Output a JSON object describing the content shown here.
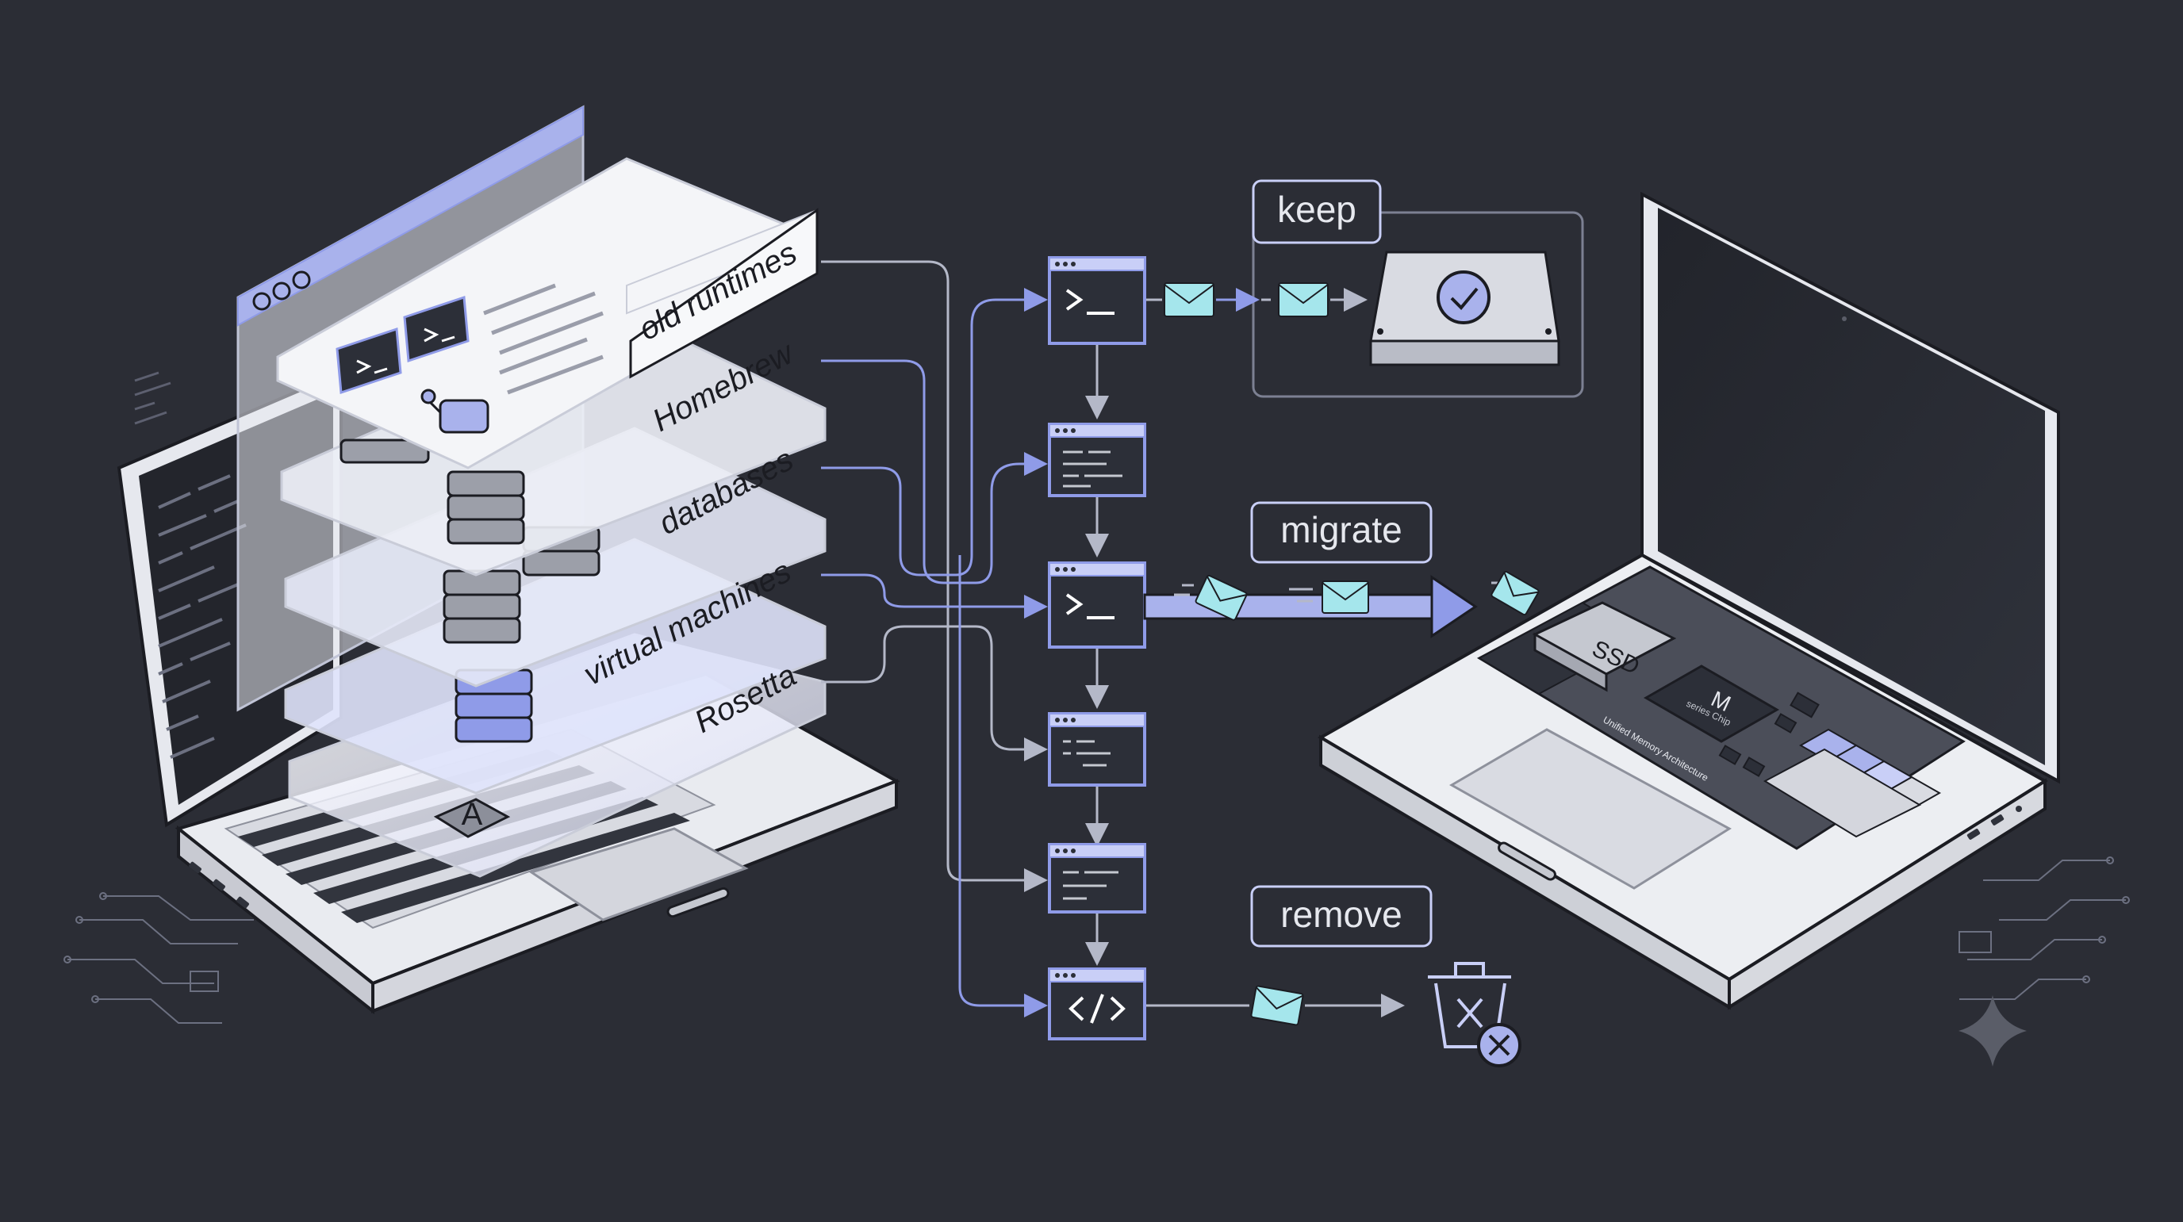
{
  "layers": [
    {
      "label": "old runtimes"
    },
    {
      "label": "Homebrew"
    },
    {
      "label": "databases"
    },
    {
      "label": "virtual machines"
    },
    {
      "label": "Rosetta"
    }
  ],
  "actions": {
    "keep": "keep",
    "migrate": "migrate",
    "remove": "remove"
  },
  "new_laptop": {
    "ssd_label": "SSD",
    "chip_brand": "M",
    "chip_sub": "series Chip",
    "memory_label": "Unified Memory Architecture"
  },
  "old_laptop": {
    "app_icon_letter": "A"
  },
  "colors": {
    "background": "#2b2d35",
    "accent": "#8f9be8",
    "accent_light": "#c9cff7",
    "envelope": "#a5e6ec",
    "line": "#b4b8c8",
    "panel": "#eef0f4",
    "terminal": "#2c2f38"
  },
  "icons": [
    "terminal-icon",
    "code-icon",
    "envelope-icon",
    "check-icon",
    "trash-icon",
    "close-icon",
    "server-icon",
    "watering-can-icon",
    "sparkle-icon",
    "drive-icon",
    "app-icon"
  ]
}
